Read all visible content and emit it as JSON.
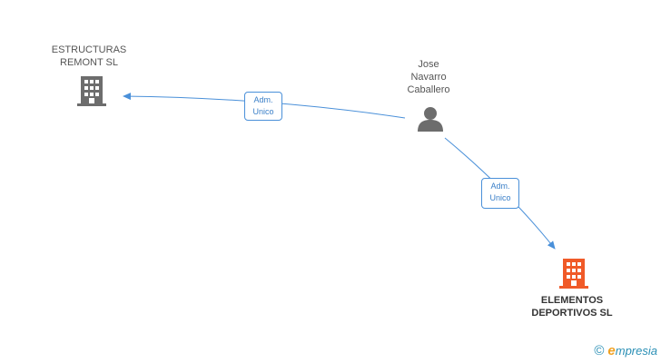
{
  "nodes": {
    "company_left": {
      "lines": [
        "ESTRUCTURAS",
        "REMONT SL"
      ],
      "icon": "building-icon",
      "color": "#6d6d6d"
    },
    "person": {
      "lines": [
        "Jose",
        "Navarro",
        "Caballero"
      ],
      "icon": "person-icon",
      "color": "#6d6d6d"
    },
    "company_main": {
      "lines": [
        "ELEMENTOS",
        "DEPORTIVOS SL"
      ],
      "icon": "building-icon",
      "color": "#f05a28"
    }
  },
  "edges": [
    {
      "from": "person",
      "to": "company_left",
      "role_lines": [
        "Adm.",
        "Unico"
      ]
    },
    {
      "from": "person",
      "to": "company_main",
      "role_lines": [
        "Adm.",
        "Unico"
      ]
    }
  ],
  "edge_color": "#4a90d9",
  "brand": {
    "copyright": "©",
    "initial": "e",
    "rest": "mpresia"
  }
}
